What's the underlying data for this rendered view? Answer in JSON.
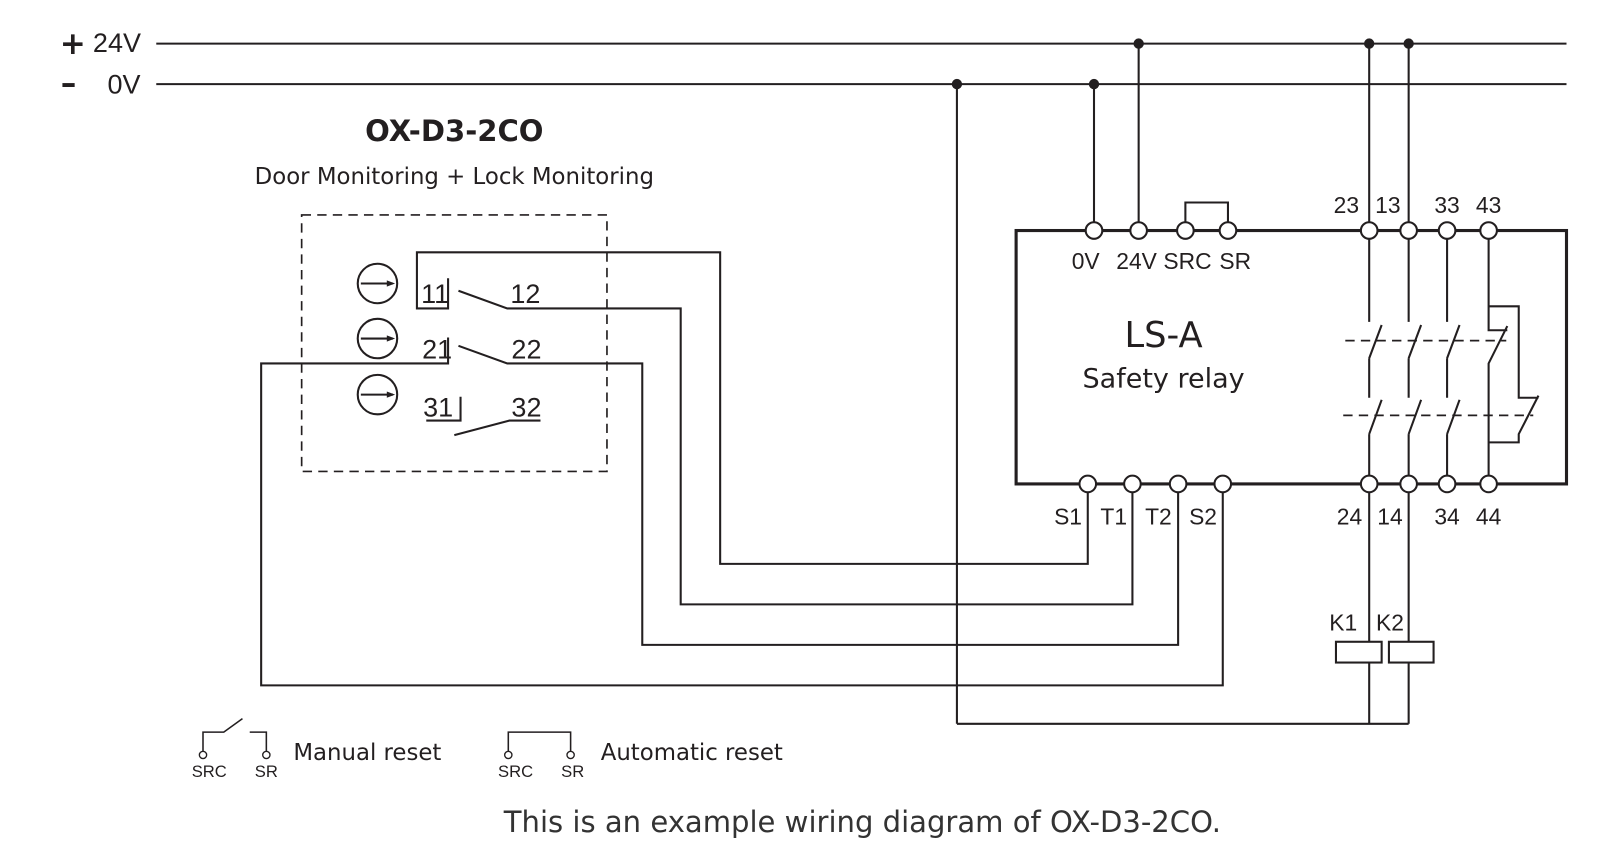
{
  "supply": {
    "plus_sign": "+",
    "plus_label": "24V",
    "minus_sign": "–",
    "minus_label": "0V"
  },
  "switch": {
    "title": "OX-D3-2CO",
    "subtitle": "Door Monitoring + Lock Monitoring",
    "contacts": [
      {
        "in": "11",
        "out": "12"
      },
      {
        "in": "21",
        "out": "22"
      },
      {
        "in": "31",
        "out": "32"
      }
    ]
  },
  "relay": {
    "title": "LS-A",
    "subtitle": "Safety relay",
    "top_terminals": [
      "0V",
      "24V",
      "SRC",
      "SR"
    ],
    "bottom_terminals": [
      "S1",
      "T1",
      "T2",
      "S2"
    ],
    "contact_top": [
      "23",
      "13",
      "33",
      "43"
    ],
    "contact_bottom": [
      "24",
      "14",
      "34",
      "44"
    ]
  },
  "coils": [
    "K1",
    "K2"
  ],
  "legend": {
    "manual": {
      "src": "SRC",
      "sr": "SR",
      "label": "Manual reset"
    },
    "automatic": {
      "src": "SRC",
      "sr": "SR",
      "label": "Automatic reset"
    }
  },
  "caption": "This is an example wiring diagram of OX-D3-2CO."
}
